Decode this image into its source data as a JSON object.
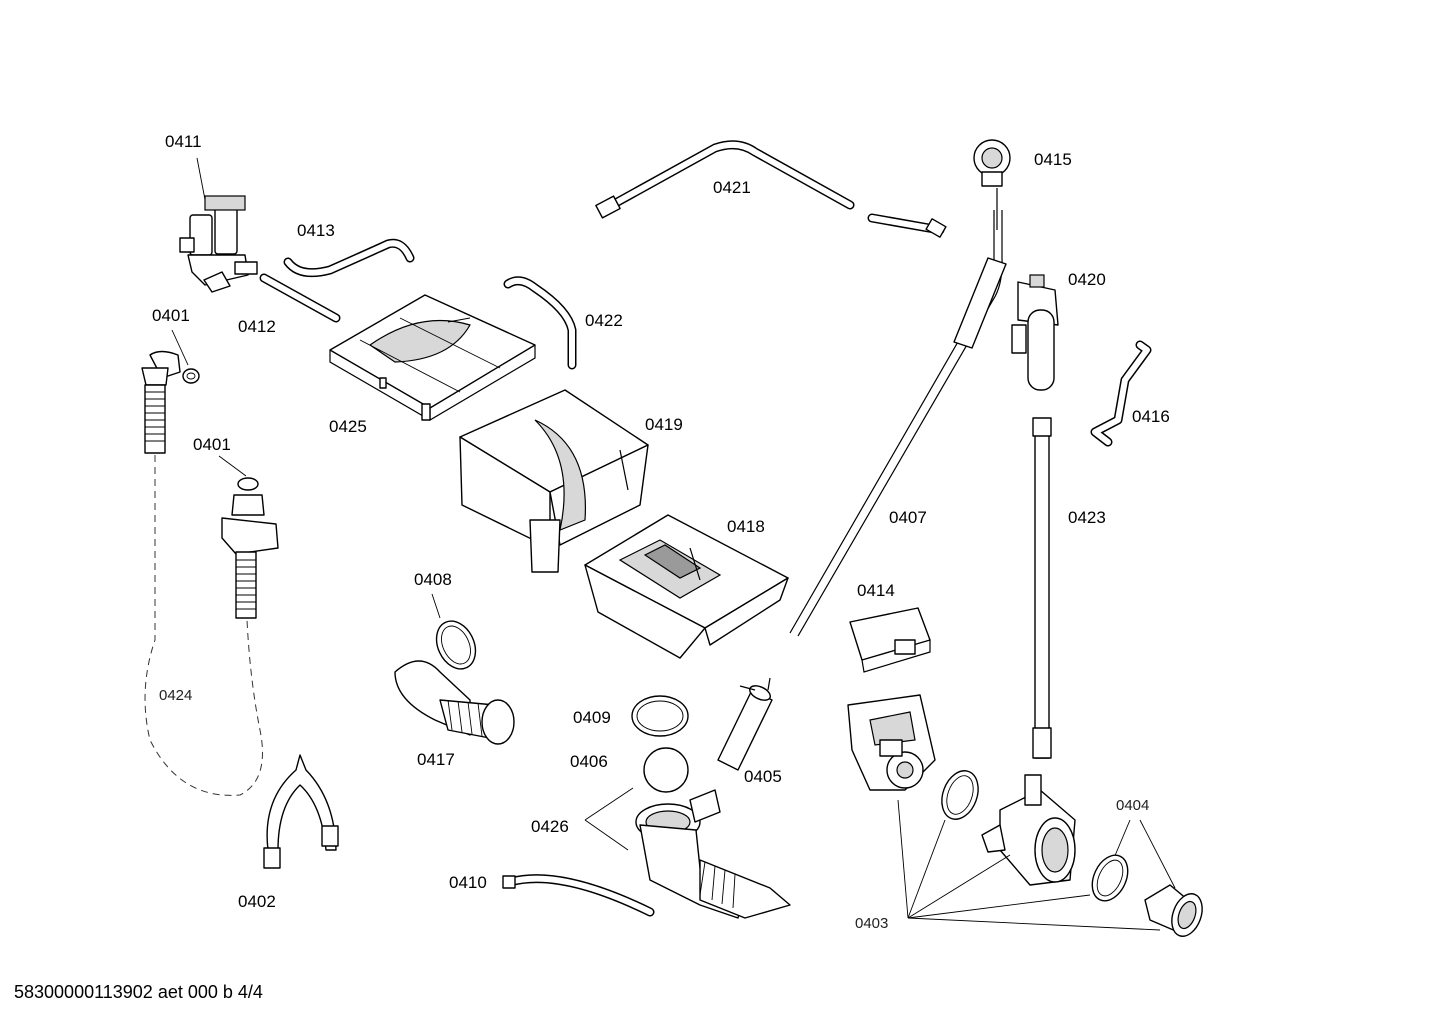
{
  "labels": {
    "p0411": "0411",
    "p0413": "0413",
    "p0412": "0412",
    "p0401a": "0401",
    "p0401b": "0401",
    "p0425": "0425",
    "p0421": "0421",
    "p0422": "0422",
    "p0419": "0419",
    "p0415": "0415",
    "p0420": "0420",
    "p0416": "0416",
    "p0418": "0418",
    "p0407": "0407",
    "p0423": "0423",
    "p0408": "0408",
    "p0414": "0414",
    "p0424": "0424",
    "p0417": "0417",
    "p0409": "0409",
    "p0406": "0406",
    "p0405": "0405",
    "p0426": "0426",
    "p0404": "0404",
    "p0410": "0410",
    "p0402": "0402",
    "p0403": "0403"
  },
  "footer": "58300000113902 aet 000 b 4/4"
}
